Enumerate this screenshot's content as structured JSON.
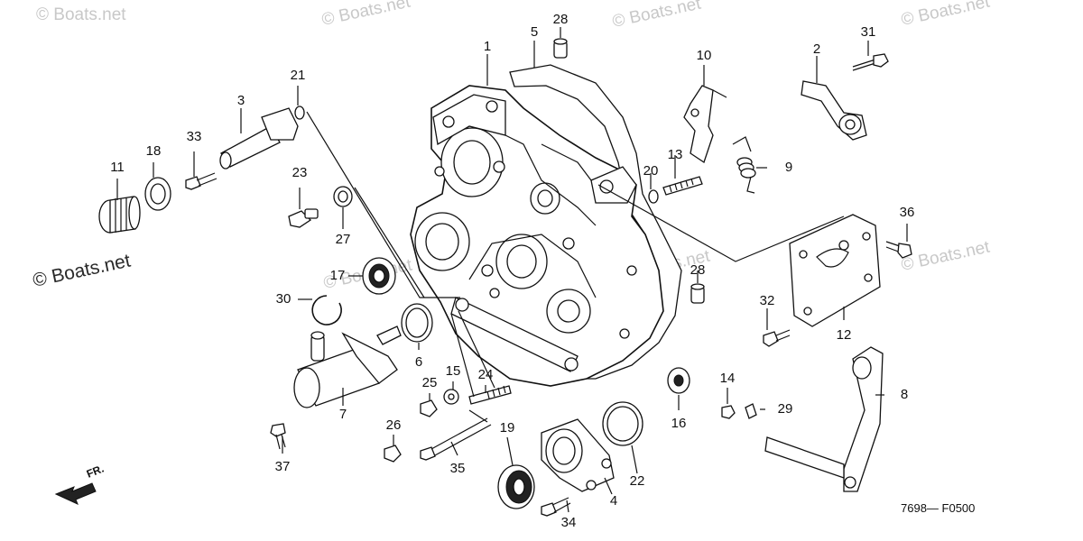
{
  "watermarks": {
    "repeated": "© Boats.net",
    "main": "© Boats.net"
  },
  "diagram_code": "7698— F0500",
  "direction_label": "FR.",
  "callouts": [
    "1",
    "2",
    "3",
    "4",
    "5",
    "6",
    "7",
    "8",
    "9",
    "10",
    "11",
    "12",
    "13",
    "14",
    "15",
    "16",
    "17",
    "18",
    "19",
    "20",
    "21",
    "22",
    "23",
    "24",
    "25",
    "26",
    "27",
    "28",
    "28",
    "29",
    "30",
    "31",
    "32",
    "33",
    "34",
    "35",
    "36",
    "37"
  ]
}
